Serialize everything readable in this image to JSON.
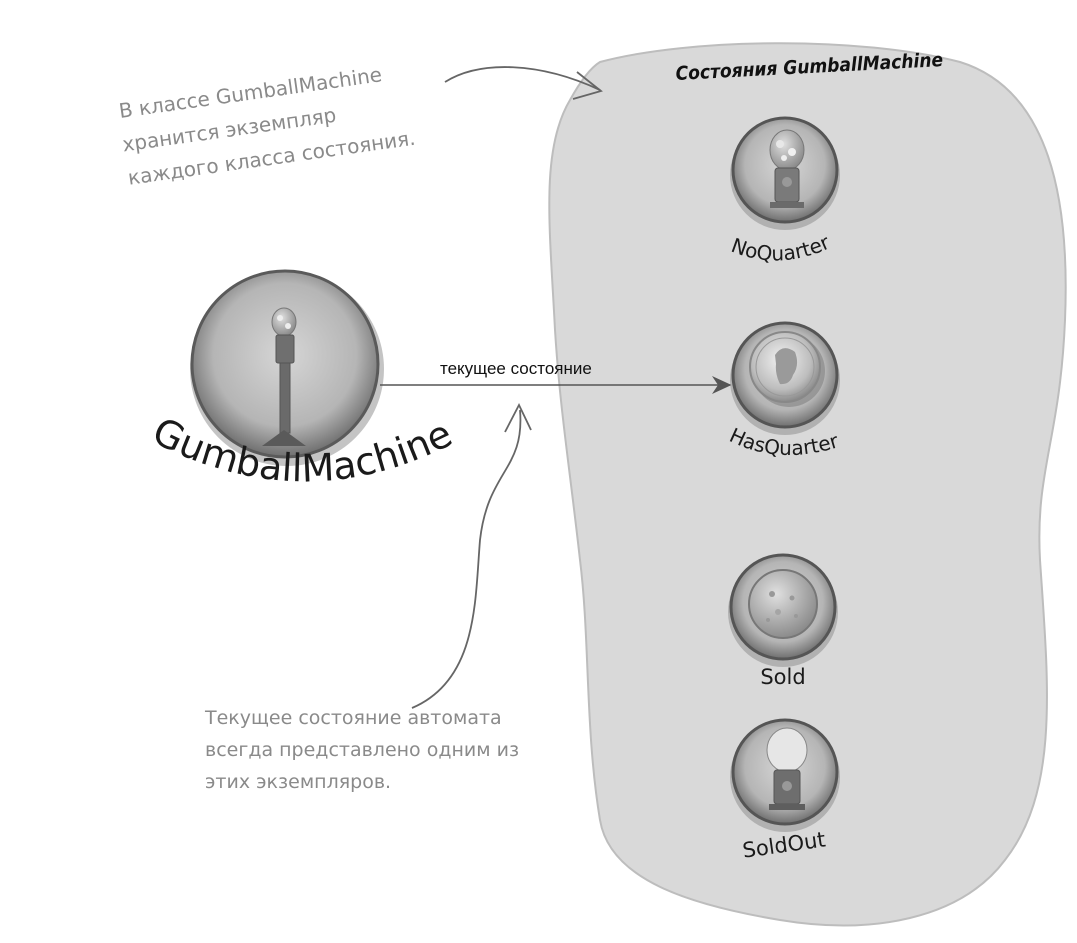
{
  "states_region": {
    "title": "Состояния GumballMachine",
    "states": [
      {
        "label": "NoQuarter",
        "icon": "gumball-machine-icon"
      },
      {
        "label": "HasQuarter",
        "icon": "quarter-coin-icon"
      },
      {
        "label": "Sold",
        "icon": "gumball-icon"
      },
      {
        "label": "SoldOut",
        "icon": "empty-gumball-machine-icon"
      }
    ]
  },
  "main_object": {
    "label": "GumballMachine",
    "icon": "gumball-machine-icon"
  },
  "current_state_arrow": {
    "label": "текущее состояние"
  },
  "annotations": {
    "top": {
      "line1": "В классе GumballMachine",
      "line2": "хранится экземпляр",
      "line3": "каждого класса состояния."
    },
    "bottom": {
      "line1": "Текущее состояние автомата",
      "line2": "всегда представлено одним из",
      "line3": "этих экземпляров."
    }
  },
  "colors": {
    "region_fill": "#d9d9d9",
    "annotation_text": "#8a8a8a",
    "circle_fill": "#b9b9b9"
  }
}
